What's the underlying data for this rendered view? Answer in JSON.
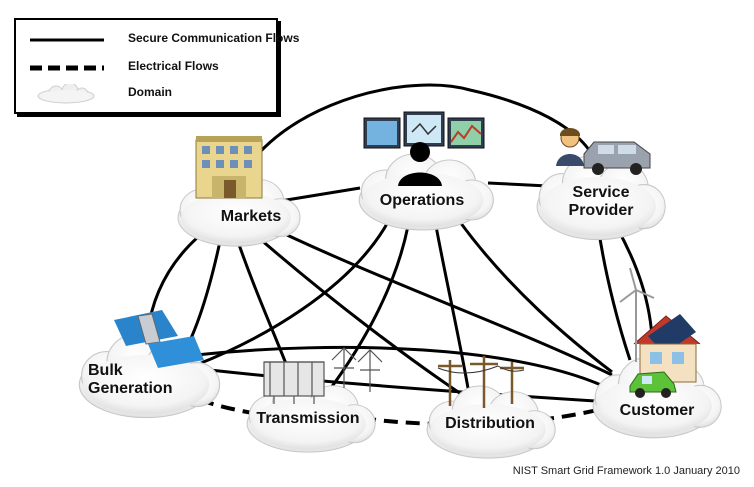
{
  "legend": {
    "items": [
      {
        "label": "Secure Communication Flows",
        "style": "solid"
      },
      {
        "label": "Electrical Flows",
        "style": "dashed"
      },
      {
        "label": "Domain",
        "style": "cloud"
      }
    ]
  },
  "domains": {
    "markets": "Markets",
    "operations": "Operations",
    "service_provider_line1": "Service",
    "service_provider_line2": "Provider",
    "bulk_generation_line1": "Bulk",
    "bulk_generation_line2": "Generation",
    "transmission": "Transmission",
    "distribution": "Distribution",
    "customer": "Customer"
  },
  "credit": "NIST Smart Grid Framework 1.0 January 2010",
  "colors": {
    "line": "#000000",
    "cloud_fill": "#ffffff",
    "cloud_edge": "#c9c9c9"
  }
}
